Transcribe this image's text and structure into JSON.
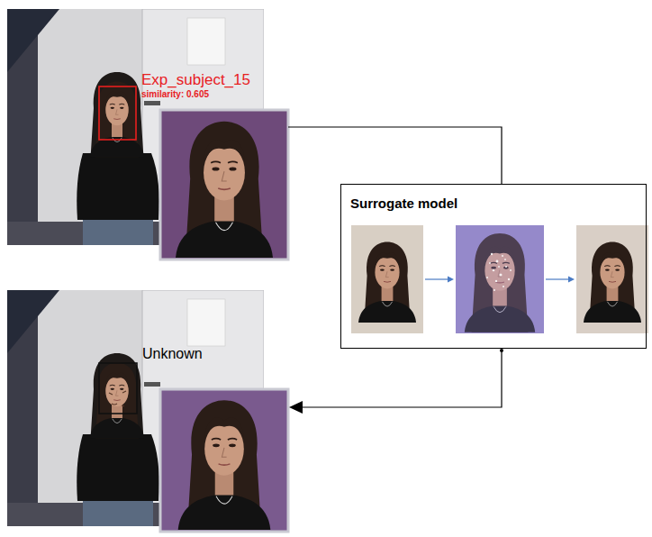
{
  "diagram": {
    "nodes": [
      {
        "text": [
          "Surrogate model"
        ]
      }
    ],
    "labels": [
      "Exp_subject_15",
      "similarity: 0.605",
      "Unknown"
    ]
  }
}
